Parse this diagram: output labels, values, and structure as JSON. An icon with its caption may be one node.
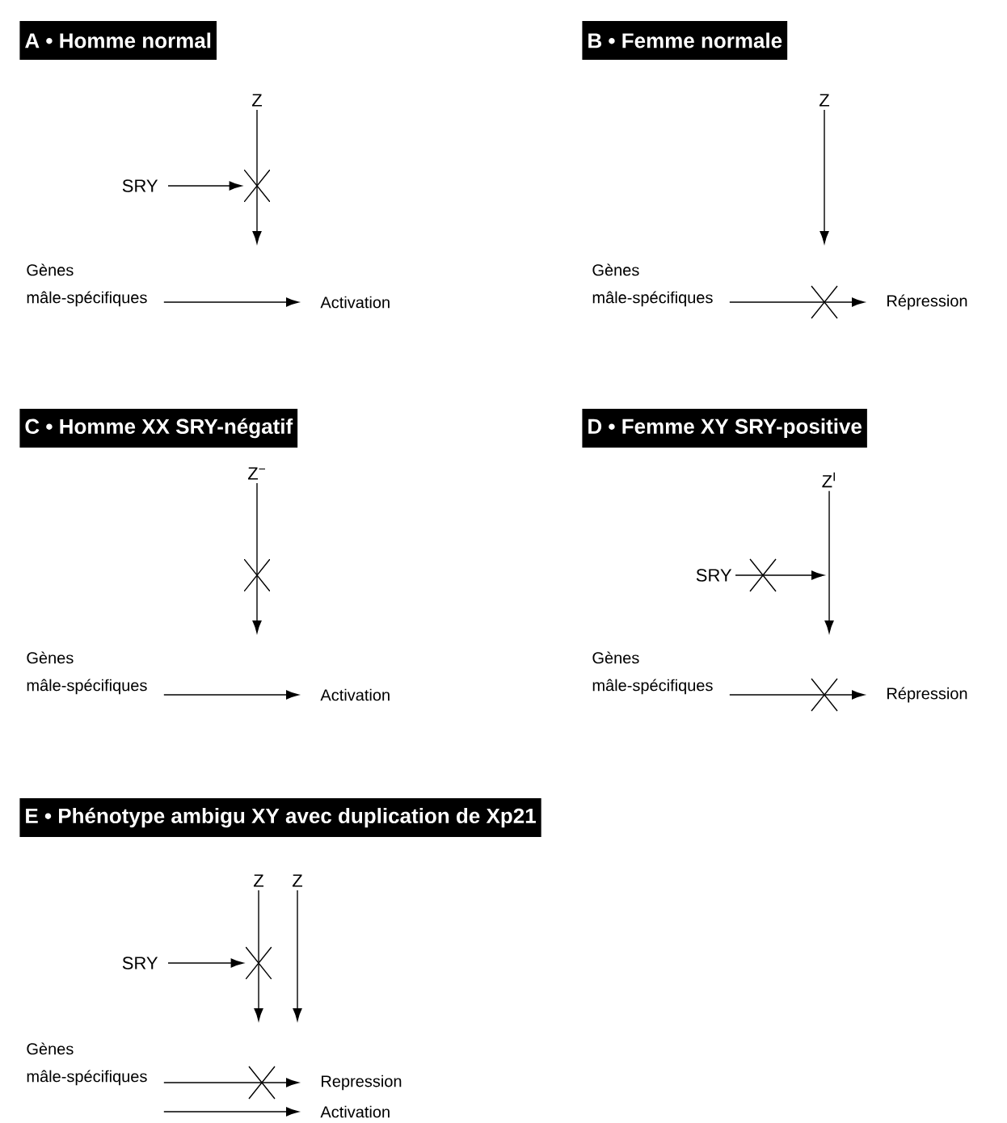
{
  "diagram": {
    "nodes": [
      {
        "text": [
          "A • Homme normal"
        ]
      },
      {
        "text": [
          "Z"
        ]
      },
      {
        "text": [
          "SRY"
        ]
      },
      {
        "text": [
          "Gènes mâle-spécifiques"
        ]
      },
      {
        "text": [
          "Activation"
        ]
      },
      {
        "text": [
          "B • Femme normale"
        ]
      },
      {
        "text": [
          "Z"
        ]
      },
      {
        "text": [
          "Gènes mâle-spécifiques"
        ]
      },
      {
        "text": [
          "Répression"
        ]
      },
      {
        "text": [
          "C • Homme XX SRY-négatif"
        ]
      },
      {
        "text": [
          "Z$^{−}$"
        ]
      },
      {
        "text": [
          "Gènes mâle-spécifiques"
        ]
      },
      {
        "text": [
          "Activation"
        ]
      },
      {
        "text": [
          "D • Femme XY SRY-positive"
        ]
      },
      {
        "text": [
          "Z$^{I}$"
        ]
      },
      {
        "text": [
          "SRY"
        ]
      },
      {
        "text": [
          "Gènes mâle-spécifiques"
        ]
      },
      {
        "text": [
          "Répression"
        ]
      },
      {
        "text": [
          "E • Phénotype ambigu XY avec duplication de Xp21"
        ]
      },
      {
        "text": [
          "Z"
        ]
      },
      {
        "text": [
          "Z"
        ]
      },
      {
        "text": [
          "SRY"
        ]
      },
      {
        "text": [
          "Gènes mâle-spécifiques"
        ]
      },
      {
        "text": [
          "Repression"
        ]
      },
      {
        "text": [
          "Activation"
        ]
      },
      {
        "text": [],
        "shape": "cross"
      },
      {
        "text": [],
        "shape": "cross"
      },
      {
        "text": [],
        "shape": "cross"
      }
    ],
    "edges": [
      {
        "from": 1,
        "to": null,
        "arrow": "to"
      },
      {
        "from": 2,
        "to": 25,
        "arrow": "to"
      },
      {
        "from": 3,
        "to": 4,
        "arrow": "to"
      },
      {
        "from": 6,
        "to": null,
        "arrow": "to"
      },
      {
        "from": 7,
        "to": 8,
        "arrow": "to"
      },
      {
        "from": 10,
        "to": null,
        "arrow": "to"
      },
      {
        "from": 11,
        "to": 12,
        "arrow": "to"
      },
      {
        "from": 14,
        "to": null,
        "arrow": "to"
      },
      {
        "from": 15,
        "to": null,
        "arrow": "to"
      },
      {
        "from": 16,
        "to": 17,
        "arrow": "to"
      },
      {
        "from": 19,
        "to": null,
        "arrow": "to"
      },
      {
        "from": 20,
        "to": null,
        "arrow": "to"
      },
      {
        "from": 21,
        "to": 27,
        "arrow": "to"
      },
      {
        "from": 22,
        "to": 23,
        "arrow": "to"
      },
      {
        "from": 22,
        "to": 24,
        "arrow": "to"
      }
    ]
  }
}
